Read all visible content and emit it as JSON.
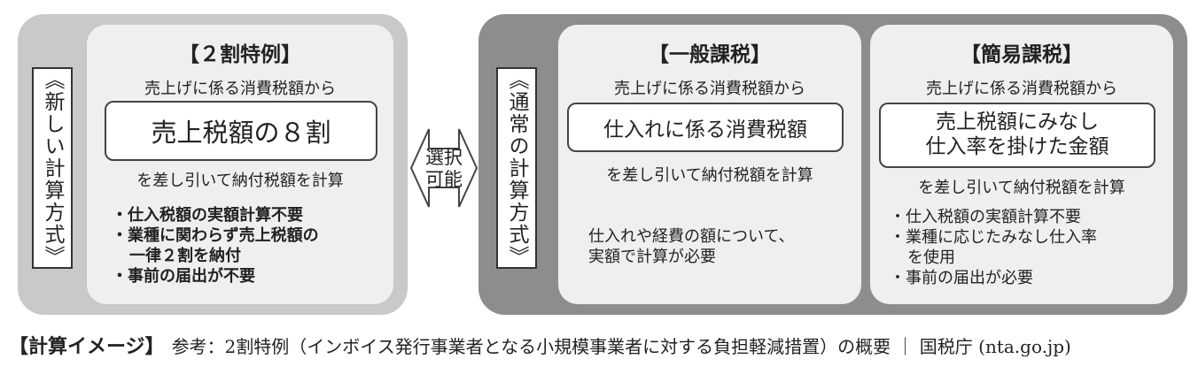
{
  "left_panel": {
    "method_label": "《新しい計算方式》",
    "card": {
      "title": "【２割特例】",
      "subtitle": "売上げに係る消費税額から",
      "box_lines": [
        "売上税額の８割"
      ],
      "result": "を差し引いて納付税額を計算",
      "notes": [
        "・仕入税額の実額計算不要",
        "・業種に関わらず売上税額の",
        "一律２割を納付",
        "・事前の届出が不要"
      ]
    }
  },
  "selector": {
    "lines": [
      "選択",
      "可能"
    ]
  },
  "right_panel": {
    "method_label": "《通常の計算方式》",
    "general": {
      "title": "【一般課税】",
      "subtitle": "売上げに係る消費税額から",
      "box_lines": [
        "仕入れに係る消費税額"
      ],
      "result": "を差し引いて納付税額を計算",
      "notes": [
        "仕入れや経費の額について、",
        "実額で計算が必要"
      ]
    },
    "simplified": {
      "title": "【簡易課税】",
      "subtitle": "売上げに係る消費税額から",
      "box_lines": [
        "売上税額にみなし",
        "仕入率を掛けた金額"
      ],
      "result": "を差し引いて納付税額を計算",
      "notes": [
        "・仕入税額の実額計算不要",
        "・業種に応じたみなし仕入率",
        "を使用",
        "・事前の届出が必要"
      ]
    }
  },
  "caption": {
    "title": "【計算イメージ】",
    "reference": "参考：2割特例（インボイス発行事業者となる小規模事業者に対する負担軽減措置）の概要 ｜ 国税庁 (nta.go.jp)"
  },
  "colors": {
    "left_panel_bg": "#c9c9c9",
    "right_panel_bg": "#8d8d8d",
    "card_bg": "#efefef",
    "box_bg": "#ffffff",
    "border": "#444444"
  }
}
